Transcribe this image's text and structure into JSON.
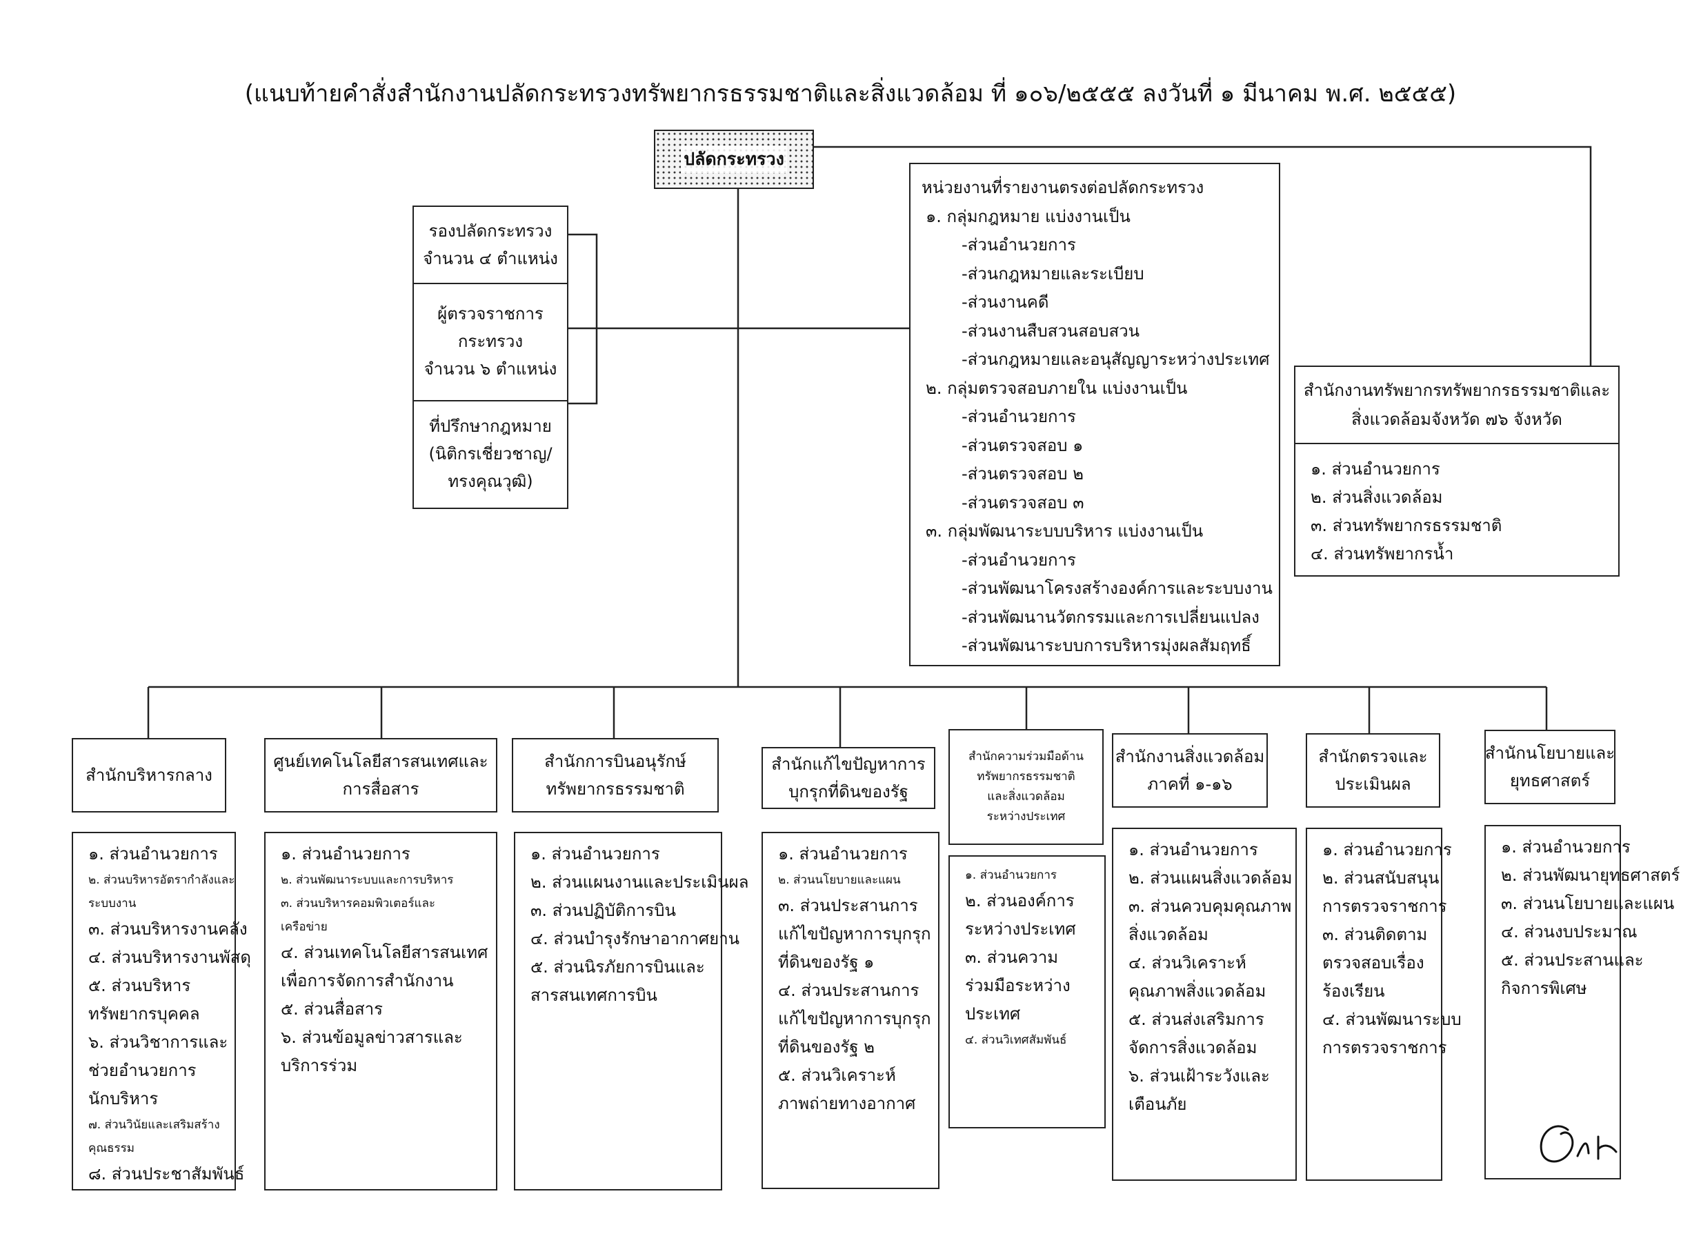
{
  "title": "(แนบท้ายคำสั่งสำนักงานปลัดกระทรวงทรัพยากรธรรมชาติและสิ่งแวดล้อม ที่ ๑๐๖/๒๕๕๕ ลงวันที่ ๑ มีนาคม พ.ศ. ๒๕๕๕)",
  "top": {
    "label": "ปลัดกระทรวง"
  },
  "left_group": {
    "deputy": [
      "รองปลัดกระทรวง",
      "จำนวน ๔ ตำแหน่ง"
    ],
    "inspector": [
      "ผู้ตรวจราชการ",
      "กระทรวง",
      "จำนวน ๖ ตำแหน่ง"
    ],
    "legal_advisor": [
      "ที่ปรึกษากฎหมาย",
      "(นิติกรเชี่ยวชาญ/",
      "ทรงคุณวุฒิ)"
    ]
  },
  "direct_units": {
    "heading": "หน่วยงานที่รายงานตรงต่อปลัดกระทรวง",
    "groups": [
      {
        "title": "๑. กลุ่มกฎหมาย แบ่งงานเป็น",
        "items": [
          "-ส่วนอำนวยการ",
          "-ส่วนกฎหมายและระเบียบ",
          "-ส่วนงานคดี",
          "-ส่วนงานสืบสวนสอบสวน",
          "-ส่วนกฎหมายและอนุสัญญาระหว่างประเทศ"
        ]
      },
      {
        "title": "๒. กลุ่มตรวจสอบภายใน แบ่งงานเป็น",
        "items": [
          "-ส่วนอำนวยการ",
          "-ส่วนตรวจสอบ ๑",
          "-ส่วนตรวจสอบ ๒",
          "-ส่วนตรวจสอบ ๓"
        ]
      },
      {
        "title": "๓. กลุ่มพัฒนาระบบบริหาร แบ่งงานเป็น",
        "items": [
          "-ส่วนอำนวยการ",
          "-ส่วนพัฒนาโครงสร้างองค์การและระบบงาน",
          "-ส่วนพัฒนานวัตกรรมและการเปลี่ยนแปลง",
          "-ส่วนพัฒนาระบบการบริหารมุ่งผลสัมฤทธิ์"
        ]
      }
    ]
  },
  "provincial": {
    "header": [
      "สำนักงานทรัพยากรทรัพยากรธรรมชาติและ",
      "สิ่งแวดล้อมจังหวัด ๗๖ จังหวัด"
    ],
    "items": [
      "๑. ส่วนอำนวยการ",
      "๒. ส่วนสิ่งแวดล้อม",
      "๓. ส่วนทรัพยากรธรรมชาติ",
      "๔. ส่วนทรัพยากรน้ำ"
    ]
  },
  "bureaus": [
    {
      "header": [
        "สำนักบริหารกลาง"
      ],
      "items": [
        {
          "t": "๑. ส่วนอำนวยการ"
        },
        {
          "t": "๒. ส่วนบริหารอัตรากำลังและ",
          "sm": true
        },
        {
          "t": "ระบบงาน",
          "sm": true
        },
        {
          "t": "๓. ส่วนบริหารงานคลัง"
        },
        {
          "t": "๔. ส่วนบริหารงานพัสดุ"
        },
        {
          "t": "๕. ส่วนบริหาร"
        },
        {
          "t": "ทรัพยากรบุคคล"
        },
        {
          "t": "๖. ส่วนวิชาการและ"
        },
        {
          "t": "ช่วยอำนวยการ"
        },
        {
          "t": "นักบริหาร"
        },
        {
          "t": "๗. ส่วนวินัยและเสริมสร้าง",
          "sm": true
        },
        {
          "t": "คุณธรรม",
          "sm": true
        },
        {
          "t": "๘. ส่วนประชาสัมพันธ์"
        }
      ]
    },
    {
      "header": [
        "ศูนย์เทคโนโลยีสารสนเทศและ",
        "การสื่อสาร"
      ],
      "items": [
        {
          "t": "๑. ส่วนอำนวยการ"
        },
        {
          "t": "๒. ส่วนพัฒนาระบบและการบริหาร",
          "sm": true
        },
        {
          "t": "๓. ส่วนบริหารคอมพิวเตอร์และ",
          "sm": true
        },
        {
          "t": "เครือข่าย",
          "sm": true
        },
        {
          "t": "๔. ส่วนเทคโนโลยีสารสนเทศ"
        },
        {
          "t": "เพื่อการจัดการสำนักงาน"
        },
        {
          "t": "๕. ส่วนสื่อสาร"
        },
        {
          "t": "๖. ส่วนข้อมูลข่าวสารและ"
        },
        {
          "t": "บริการร่วม"
        }
      ]
    },
    {
      "header": [
        "สำนักการบินอนุรักษ์",
        "ทรัพยากรธรรมชาติ"
      ],
      "items": [
        {
          "t": "๑. ส่วนอำนวยการ"
        },
        {
          "t": "๒. ส่วนแผนงานและประเมินผล"
        },
        {
          "t": "๓. ส่วนปฏิบัติการบิน"
        },
        {
          "t": "๔. ส่วนบำรุงรักษาอากาศยาน"
        },
        {
          "t": "๕. ส่วนนิรภัยการบินและ"
        },
        {
          "t": "สารสนเทศการบิน"
        }
      ]
    },
    {
      "header": [
        "สำนักแก้ไขปัญหาการ",
        "บุกรุกที่ดินของรัฐ"
      ],
      "items": [
        {
          "t": "๑. ส่วนอำนวยการ"
        },
        {
          "t": "๒. ส่วนนโยบายและแผน",
          "sm": true
        },
        {
          "t": "๓. ส่วนประสานการ"
        },
        {
          "t": "แก้ไขปัญหาการบุกรุก"
        },
        {
          "t": "ที่ดินของรัฐ ๑"
        },
        {
          "t": "๔. ส่วนประสานการ"
        },
        {
          "t": "แก้ไขปัญหาการบุกรุก"
        },
        {
          "t": "ที่ดินของรัฐ ๒"
        },
        {
          "t": "๕. ส่วนวิเคราะห์"
        },
        {
          "t": "ภาพถ่ายทางอากาศ"
        }
      ]
    },
    {
      "header": [
        "สำนักความร่วมมือด้าน",
        "ทรัพยากรธรรมชาติ",
        "และสิ่งแวดล้อม",
        "ระหว่างประเทศ"
      ],
      "header_sm": true,
      "items": [
        {
          "t": "๑. ส่วนอำนวยการ",
          "sm": true
        },
        {
          "t": "๒. ส่วนองค์การ"
        },
        {
          "t": "ระหว่างประเทศ"
        },
        {
          "t": "๓. ส่วนความ"
        },
        {
          "t": "ร่วมมือระหว่าง"
        },
        {
          "t": "ประเทศ"
        },
        {
          "t": "๔. ส่วนวิเทศสัมพันธ์",
          "sm": true
        }
      ]
    },
    {
      "header": [
        "สำนักงานสิ่งแวดล้อม",
        "ภาคที่ ๑-๑๖"
      ],
      "items": [
        {
          "t": "๑. ส่วนอำนวยการ"
        },
        {
          "t": "๒. ส่วนแผนสิ่งแวดล้อม"
        },
        {
          "t": "๓. ส่วนควบคุมคุณภาพ"
        },
        {
          "t": "สิ่งแวดล้อม"
        },
        {
          "t": "๔. ส่วนวิเคราะห์"
        },
        {
          "t": "คุณภาพสิ่งแวดล้อม"
        },
        {
          "t": "๕. ส่วนส่งเสริมการ"
        },
        {
          "t": "จัดการสิ่งแวดล้อม"
        },
        {
          "t": "๖. ส่วนเฝ้าระวังและ"
        },
        {
          "t": "เตือนภัย"
        }
      ]
    },
    {
      "header": [
        "สำนักตรวจและ",
        "ประเมินผล"
      ],
      "items": [
        {
          "t": "๑. ส่วนอำนวยการ"
        },
        {
          "t": "๒. ส่วนสนับสนุน"
        },
        {
          "t": "การตรวจราชการ"
        },
        {
          "t": "๓. ส่วนติดตาม"
        },
        {
          "t": "ตรวจสอบเรื่อง"
        },
        {
          "t": "ร้องเรียน"
        },
        {
          "t": "๔. ส่วนพัฒนาระบบ"
        },
        {
          "t": "การตรวจราชการ"
        }
      ]
    },
    {
      "header": [
        "สำนักนโยบายและ",
        "ยุทธศาสตร์"
      ],
      "items": [
        {
          "t": "๑. ส่วนอำนวยการ"
        },
        {
          "t": "๒. ส่วนพัฒนายุทธศาสตร์"
        },
        {
          "t": "๓. ส่วนนโยบายและแผน"
        },
        {
          "t": "๔. ส่วนงบประมาณ"
        },
        {
          "t": "๕. ส่วนประสานและ"
        },
        {
          "t": "กิจการพิเศษ"
        }
      ]
    }
  ]
}
